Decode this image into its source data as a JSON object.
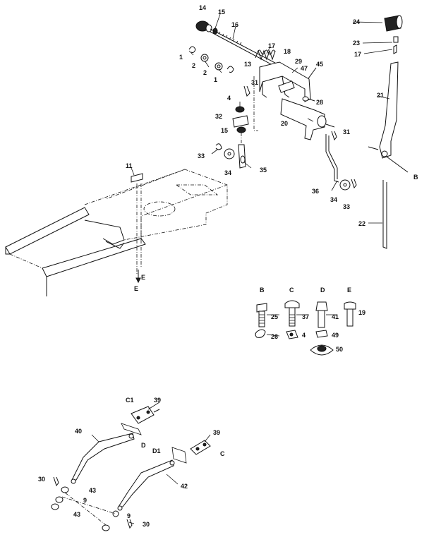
{
  "labels": {
    "p14": "14",
    "p15a": "15",
    "p16": "16",
    "p17a": "17",
    "p18": "18",
    "p1a": "1",
    "p2a": "2",
    "p2b": "2",
    "p1b": "1",
    "p13": "13",
    "p29": "29",
    "p47": "47",
    "p45": "45",
    "p31a": "31",
    "p28": "28",
    "p4a": "4",
    "p32": "32",
    "p15b": "15",
    "p20": "20",
    "p31b": "31",
    "p33a": "33",
    "p34a": "34",
    "p35": "35",
    "p11": "11",
    "p36": "36",
    "p34b": "34",
    "p33b": "33",
    "p24": "24",
    "p23": "23",
    "p17b": "17",
    "p21": "21",
    "pB1": "B",
    "p22": "22",
    "pE1": "E",
    "pE2": "E",
    "hB": "B",
    "hC": "C",
    "hD": "D",
    "hE": "E",
    "p25": "25",
    "p37": "37",
    "p41": "41",
    "p19": "19",
    "p26": "26",
    "p4b": "4",
    "p49": "49",
    "p50": "50",
    "pC1": "C1",
    "p39a": "39",
    "p40": "40",
    "pD2": "D",
    "pD1": "D1",
    "p39b": "39",
    "pC2": "C",
    "p30a": "30",
    "p43a": "43",
    "p9a": "9",
    "p43b": "43",
    "p42": "42",
    "p9b": "9",
    "p30b": "30"
  }
}
